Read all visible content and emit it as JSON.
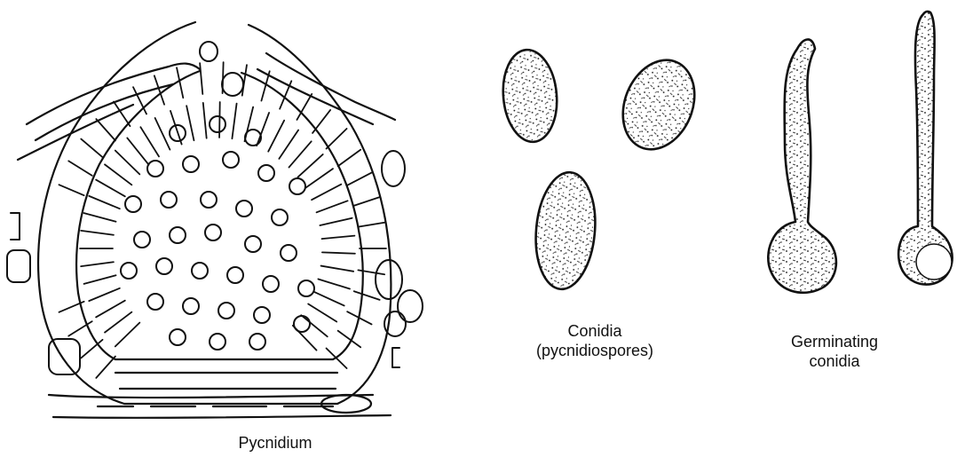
{
  "figure": {
    "labels": {
      "pycnidium": "Pycnidium",
      "conidia_line1": "Conidia",
      "conidia_line2": "(pycnidiospores)",
      "germinating_line1": "Germinating",
      "germinating_line2": "conidia"
    },
    "colors": {
      "ink": "#111111",
      "paper": "#ffffff"
    }
  }
}
